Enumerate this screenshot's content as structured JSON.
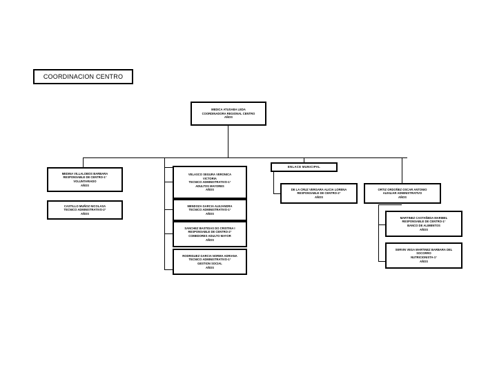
{
  "document": {
    "kind": "organizational-chart",
    "title_box": {
      "label": "COORDINACION CENTRO"
    }
  },
  "root": {
    "lines": [
      "MEDICA ATUSABA LEDA",
      "COORDINADORA REGIONAL CENTRO",
      "AÑOS"
    ]
  },
  "enlace": {
    "label": "ENLACE MUNICIPAL"
  },
  "columns": {
    "left": [
      {
        "name": "node-left-1",
        "lines": [
          "MEDINA VILLALOBOS BARBARA",
          "RESPONSABLE DE CENTRO-1°",
          "VOLUNTARIADO",
          "AÑOS"
        ]
      },
      {
        "name": "node-left-2",
        "lines": [
          "CASTILLO MUÑOZ NICOLASA",
          "TECNICO ADMINISTRATIVO-2°",
          "AÑOS"
        ]
      }
    ],
    "center": [
      {
        "name": "node-center-1",
        "lines": [
          "VELASCO SEGURA VERONICA",
          "VICTORIA",
          "TECNICO ADMINISTRATIVO-1°",
          "ADULTOS MAYORES",
          "AÑOS"
        ]
      },
      {
        "name": "node-center-2",
        "lines": [
          "MENDOZA GARCIA ALEJANDRA",
          "TECNICO ADMINISTRATIVO-1°",
          "AÑOS"
        ]
      },
      {
        "name": "node-center-3",
        "lines": [
          "SANCHEZ BASTIDAS DO CRISTINA I",
          "RESPONSABLE DE CENTRO-2°",
          "COMEDORES ADULTO MAYOR",
          "AÑOS"
        ]
      },
      {
        "name": "node-center-4",
        "lines": [
          "RODRIGUEZ GARCIA NORMA ADRIANA",
          "TECNICO ADMINISTRATIVO-1°",
          "GESTION SOCIAL",
          "AÑOS"
        ]
      }
    ],
    "enlace_child": [
      {
        "name": "node-enlace-1",
        "lines": [
          "DE LA CRUZ VERGARA ALICIA LORENA",
          "RESPONSABLE DE CENTRO-2°",
          "AÑOS"
        ]
      }
    ],
    "right": [
      {
        "name": "node-right-1",
        "lines": [
          "ORTIZ ORDOÑEZ OSCAR ANTONIO",
          "AUXILIAR ADMINISTRATIVO",
          "AÑOS"
        ]
      },
      {
        "name": "node-right-2",
        "lines": [
          "MARTINEZ CASTAÑEDA MARIBEL",
          "RESPONSABLE DE CENTRO-1°",
          "BANCO DE ALIMENTOS",
          "AÑOS"
        ]
      },
      {
        "name": "node-right-3",
        "lines": [
          "SERVIN VEGA MARTINEZ BARBARA DEL",
          "SOCORRO",
          "NUTRICIONISTA-1°",
          "AÑOS"
        ]
      }
    ]
  }
}
